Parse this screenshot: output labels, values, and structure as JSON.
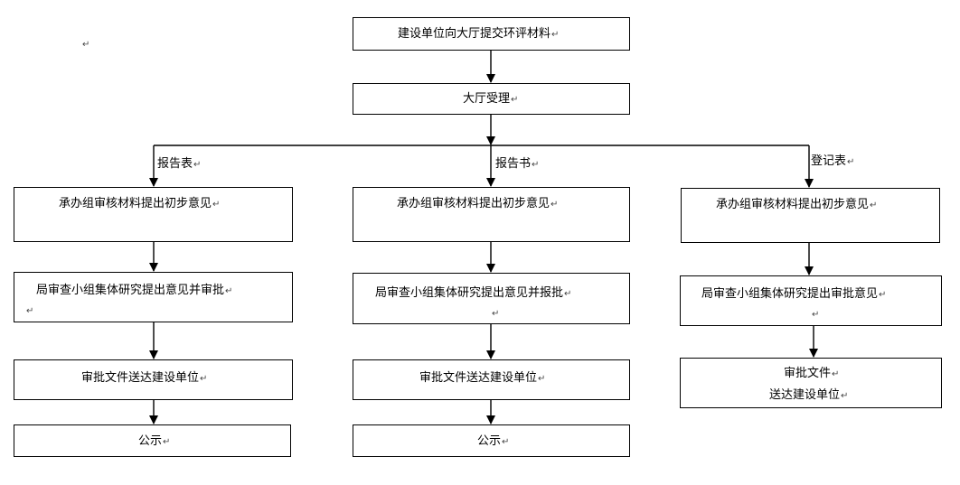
{
  "mark": "↵",
  "top": {
    "submit": "建设单位向大厅提交环评材料",
    "accept": "大厅受理"
  },
  "branches": [
    {
      "label": "报告表",
      "steps": [
        "承办组审核材料提出初步意见",
        "局审查小组集体研究提出意见并审批",
        "审批文件送达建设单位",
        "公示"
      ]
    },
    {
      "label": "报告书",
      "steps": [
        "承办组审核材料提出初步意见",
        "局审查小组集体研究提出意见并报批",
        "审批文件送达建设单位",
        "公示"
      ]
    },
    {
      "label": "登记表",
      "steps": [
        "承办组审核材料提出初步意见",
        "局审查小组集体研究提出审批意见",
        "审批文件",
        "送达建设单位"
      ]
    }
  ]
}
